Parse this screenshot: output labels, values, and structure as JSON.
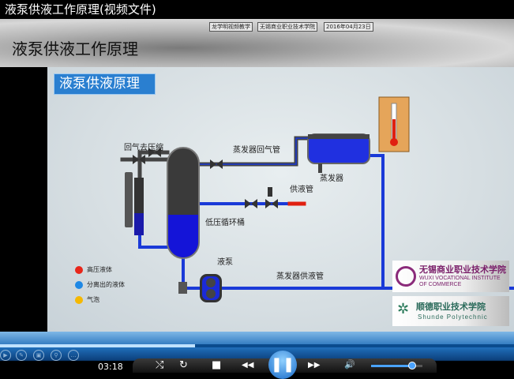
{
  "window": {
    "title": "液泵供液工作原理(视频文件)"
  },
  "slide": {
    "tags": [
      "龙学明视频教学",
      "无锡商业职业技术学院",
      "2016年04月23日"
    ],
    "title": "液泵供液工作原理"
  },
  "video": {
    "title": "液泵供液原理",
    "labels": {
      "return_compress": "回气去压缩",
      "evap_return": "蒸发器回气管",
      "evaporator": "蒸发器",
      "supply_pipe": "供液管",
      "low_pressure_drum": "低压循环桶",
      "pump": "液泵",
      "evap_supply": "蒸发器供液管"
    },
    "legend": [
      {
        "label": "高压液体",
        "color": "#e8261a"
      },
      {
        "label": "分离出的液体",
        "color": "#1e88e5"
      },
      {
        "label": "气泡",
        "color": "#f5b800"
      }
    ],
    "logos": {
      "wuxi": {
        "cn": "无锡商业职业技术学院",
        "en": "WUXI VOCATIONAL INSTITUTE OF COMMERCE"
      },
      "shunde": {
        "cn": "顺德职业技术学院",
        "en": "Shunde Polytechnic"
      }
    }
  },
  "player": {
    "time": "03:18",
    "progress": 0.38,
    "volume": 0.8,
    "pause_glyph": "❚❚",
    "icons": {
      "shuffle": "⤭",
      "repeat": "↻",
      "stop": "■",
      "prev": "◀◀",
      "next": "▶▶",
      "volume": "🔊"
    }
  }
}
